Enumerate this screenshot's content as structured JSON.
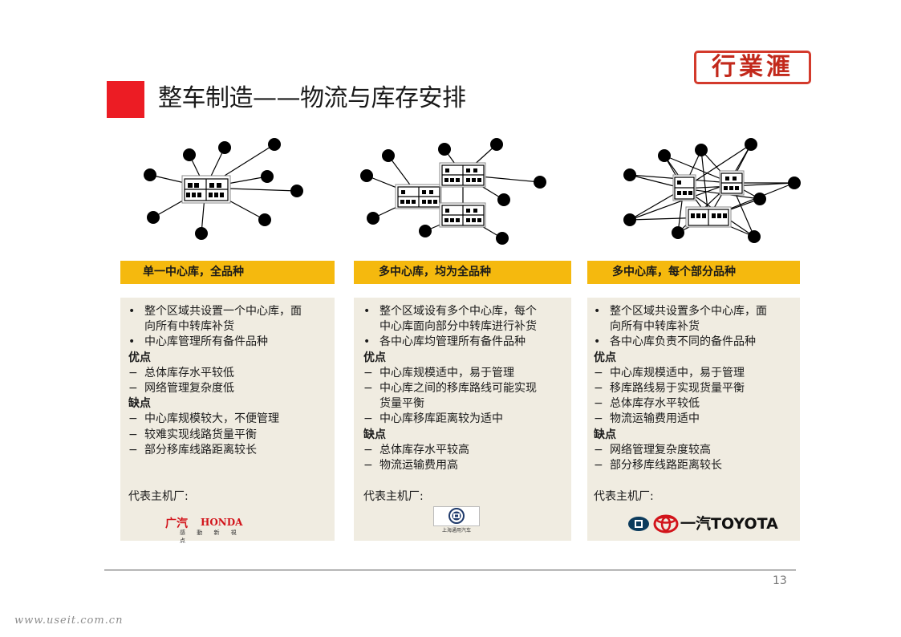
{
  "header": {
    "title": "整车制造——物流与库存安排",
    "logo_text": "行業滙"
  },
  "columns": [
    {
      "heading": "单一中心库，全品种",
      "lines": [
        {
          "marker": "•",
          "text": "整个区域共设置一个中心库，面",
          "bold": false
        },
        {
          "marker": "",
          "text": "向所有中转库补货",
          "bold": false
        },
        {
          "marker": "•",
          "text": "中心库管理所有备件品种",
          "bold": false
        },
        {
          "marker": "",
          "text": "优点",
          "bold": true
        },
        {
          "marker": "−",
          "text": "总体库存水平较低",
          "bold": false
        },
        {
          "marker": "−",
          "text": "网络管理复杂度低",
          "bold": false
        },
        {
          "marker": "",
          "text": "缺点",
          "bold": true
        },
        {
          "marker": "−",
          "text": "中心库规模较大，不便管理",
          "bold": false
        },
        {
          "marker": "−",
          "text": "较难实现线路货量平衡",
          "bold": false
        },
        {
          "marker": "−",
          "text": "部分移库线路距离较长",
          "bold": false
        }
      ],
      "rep_label": "代表主机厂:",
      "logo": {
        "cn": "广汽",
        "en": "HONDA",
        "sub": "感 動 新 視 点"
      }
    },
    {
      "heading": "多中心库，均为全品种",
      "lines": [
        {
          "marker": "•",
          "text": "整个区域设有多个中心库，每个",
          "bold": false
        },
        {
          "marker": "",
          "text": "中心库面向部分中转库进行补货",
          "bold": false
        },
        {
          "marker": "•",
          "text": "各中心库均管理所有备件品种",
          "bold": false
        },
        {
          "marker": "",
          "text": "优点",
          "bold": true
        },
        {
          "marker": "−",
          "text": "中心库规模适中，易于管理",
          "bold": false
        },
        {
          "marker": "−",
          "text": "中心库之间的移库路线可能实现",
          "bold": false
        },
        {
          "marker": "",
          "text": "货量平衡",
          "bold": false
        },
        {
          "marker": "−",
          "text": "中心库移库距离较为适中",
          "bold": false
        },
        {
          "marker": "",
          "text": "缺点",
          "bold": true
        },
        {
          "marker": "−",
          "text": "总体库存水平较高",
          "bold": false
        },
        {
          "marker": "−",
          "text": "物流运输费用高",
          "bold": false
        }
      ],
      "rep_label": "代表主机厂:",
      "logo": {
        "sub": "上海通用汽车"
      }
    },
    {
      "heading": "多中心库，每个部分品种",
      "lines": [
        {
          "marker": "•",
          "text": "整个区域共设置多个中心库，面",
          "bold": false
        },
        {
          "marker": "",
          "text": "向所有中转库补货",
          "bold": false
        },
        {
          "marker": "•",
          "text": "各中心库负责不同的备件品种",
          "bold": false
        },
        {
          "marker": "",
          "text": "优点",
          "bold": true
        },
        {
          "marker": "−",
          "text": "中心库规模适中，易于管理",
          "bold": false
        },
        {
          "marker": "−",
          "text": "移库路线易于实现货量平衡",
          "bold": false
        },
        {
          "marker": "−",
          "text": "总体库存水平较低",
          "bold": false
        },
        {
          "marker": "−",
          "text": "物流运输费用适中",
          "bold": false
        },
        {
          "marker": "",
          "text": "缺点",
          "bold": true
        },
        {
          "marker": "−",
          "text": "网络管理复杂度较高",
          "bold": false
        },
        {
          "marker": "−",
          "text": "部分移库线路距离较长",
          "bold": false
        }
      ],
      "rep_label": "代表主机厂:",
      "logo": {
        "text": "一汽TOYOTA"
      }
    }
  ],
  "footer": {
    "page_number": "13",
    "watermark": "www.useit.com.cn"
  },
  "colors": {
    "accent_red": "#ec1c24",
    "band_yellow": "#f5b90e",
    "panel_beige": "#f0ece1"
  }
}
